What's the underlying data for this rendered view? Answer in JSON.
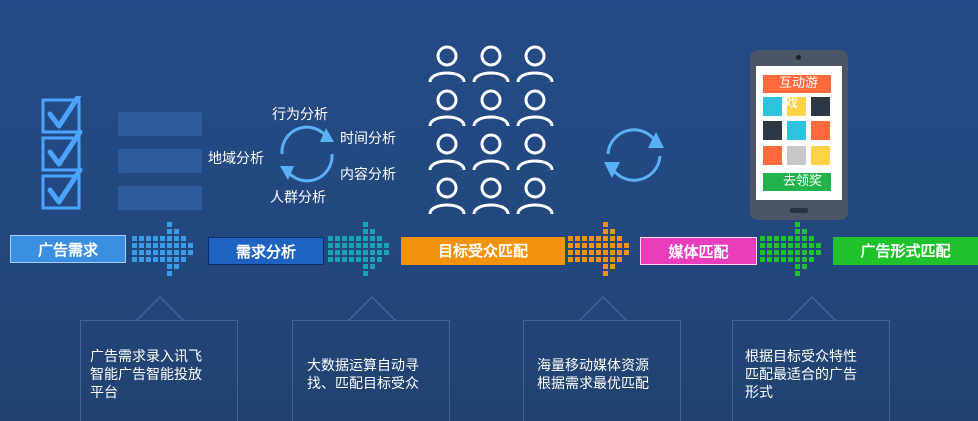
{
  "stages": [
    {
      "label": "广告需求",
      "bg": "#3a8fe0"
    },
    {
      "label": "需求分析",
      "bg": "#1e63c2"
    },
    {
      "label": "目标受众匹配",
      "bg": "#f3920d"
    },
    {
      "label": "媒体匹配",
      "bg": "#e93dbb"
    },
    {
      "label": "广告形式匹配",
      "bg": "#1fc22a"
    }
  ],
  "arrow_colors": [
    "#3a9be8",
    "#1aa3b2",
    "#f3920d",
    "#1fc22a"
  ],
  "analysis": {
    "behavior": "行为分析",
    "time": "时间分析",
    "region": "地域分析",
    "content": "内容分析",
    "crowd": "人群分析"
  },
  "phone": {
    "top_label": "互动游",
    "top_label_2": "戏",
    "bottom_label": "去领奖"
  },
  "descriptions": [
    {
      "lines": [
        "广告需求录入讯飞",
        "智能广告智能投放",
        "平台"
      ]
    },
    {
      "lines": [
        "大数据运算自动寻",
        "找、匹配目标受众"
      ]
    },
    {
      "lines": [
        "海量移动媒体资源",
        "根据需求最优匹配"
      ]
    },
    {
      "lines": [
        "根据目标受众特性",
        "匹配最适合的广告",
        "形式"
      ]
    }
  ]
}
